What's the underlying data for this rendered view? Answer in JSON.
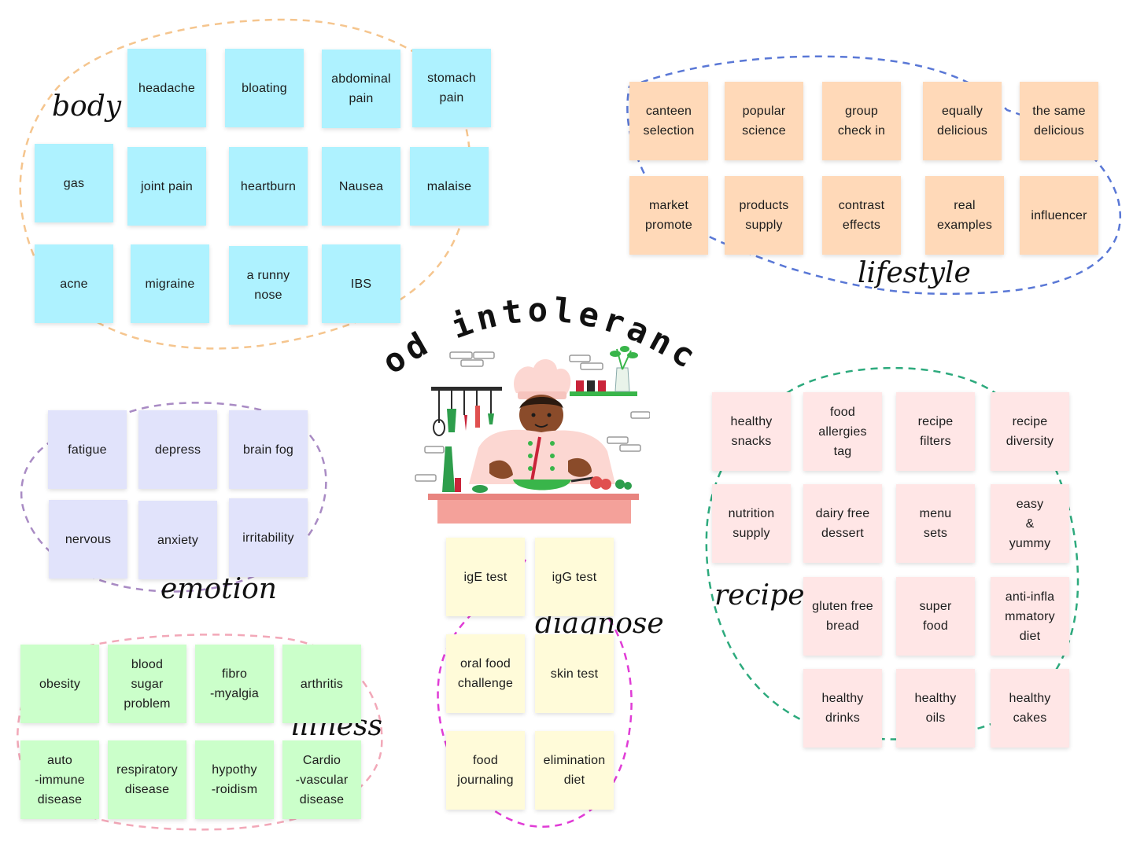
{
  "title": "food intolerances",
  "colors": {
    "body": "#aef2ff",
    "lifestyle": "#ffd9b8",
    "emotion": "#e1e3fb",
    "illness": "#cbffca",
    "diagnose": "#fffbd9",
    "recipe": "#ffe6e6",
    "loop_body": "#f5c58e",
    "loop_lifestyle": "#5a78d6",
    "loop_emotion": "#a98bc4",
    "loop_illness": "#f2a8b8",
    "loop_diagnose": "#e03cd6",
    "loop_recipe": "#2daa7d"
  },
  "groups": {
    "body": {
      "label": "body",
      "notes": [
        "headache",
        "bloating",
        "abdominal\npain",
        "stomach\npain",
        "gas",
        "joint pain",
        "heartburn",
        "Nausea",
        "malaise",
        "acne",
        "migraine",
        "a runny\nnose",
        "IBS"
      ]
    },
    "lifestyle": {
      "label": "lifestyle",
      "notes": [
        "canteen\nselection",
        "popular\nscience",
        "group\ncheck in",
        "equally\ndelicious",
        "the same\ndelicious",
        "market\npromote",
        "products\nsupply",
        "contrast\neffects",
        "real\nexamples",
        "influencer"
      ]
    },
    "emotion": {
      "label": "emotion",
      "notes": [
        "fatigue",
        "depress",
        "brain fog",
        "nervous",
        "anxiety",
        "irritability"
      ]
    },
    "illness": {
      "label": "illness",
      "notes": [
        "obesity",
        "blood\nsugar\nproblem",
        "fibro\n-myalgia",
        "arthritis",
        "auto\n-immune\ndisease",
        "respiratory\ndisease",
        "hypothy\n-roidism",
        "Cardio\n-vascular\ndisease"
      ]
    },
    "diagnose": {
      "label": "diagnose",
      "notes": [
        "igE test",
        "igG test",
        "oral food\nchallenge",
        "skin test",
        "food\njournaling",
        "elimination\ndiet"
      ]
    },
    "recipe": {
      "label": "recipe",
      "notes": [
        "healthy\nsnacks",
        "food\nallergies\ntag",
        "recipe\nfilters",
        "recipe\ndiversity",
        "nutrition\nsupply",
        "dairy free\ndessert",
        "menu\nsets",
        "easy\n&\nyummy",
        "gluten free\nbread",
        "super\nfood",
        "anti-infla\nmmatory\ndiet",
        "healthy\ndrinks",
        "healthy\noils",
        "healthy\ncakes"
      ]
    }
  }
}
